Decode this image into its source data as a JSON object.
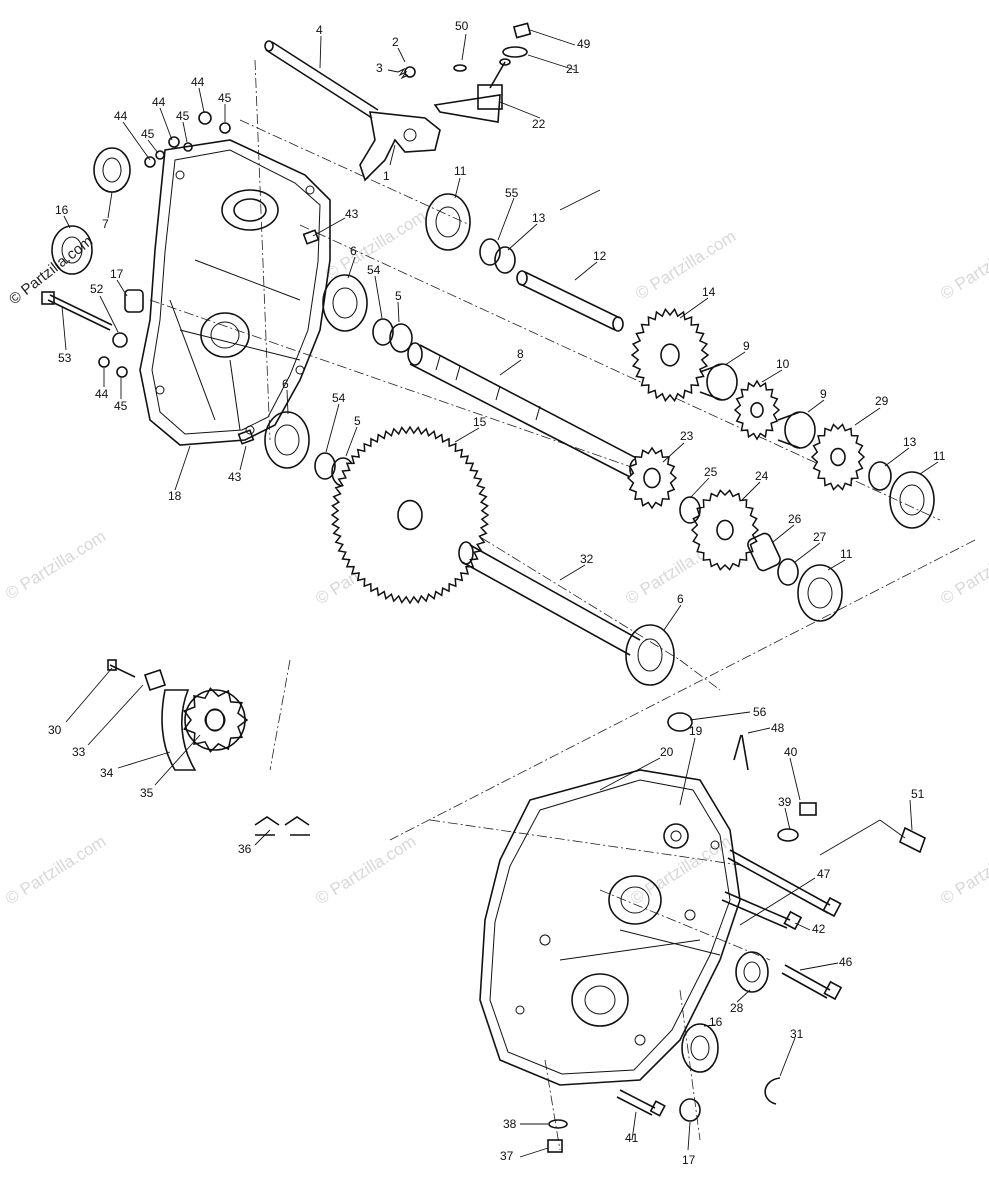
{
  "copyright": "© Partzilla.com",
  "watermark": "© Partzilla.com",
  "callouts": {
    "c1": "1",
    "c2": "2",
    "c3": "3",
    "c4": "4",
    "c5a": "5",
    "c5b": "5",
    "c6a": "6",
    "c6b": "6",
    "c6c": "6",
    "c7": "7",
    "c8": "8",
    "c9a": "9",
    "c9b": "9",
    "c10": "10",
    "c11a": "11",
    "c11b": "11",
    "c11c": "11",
    "c12": "12",
    "c13a": "13",
    "c13b": "13",
    "c14": "14",
    "c15": "15",
    "c16a": "16",
    "c16b": "16",
    "c17a": "17",
    "c17b": "17",
    "c18": "18",
    "c19": "19",
    "c20": "20",
    "c21": "21",
    "c22": "22",
    "c23": "23",
    "c24": "24",
    "c25": "25",
    "c26": "26",
    "c27": "27",
    "c28": "28",
    "c29": "29",
    "c30": "30",
    "c31": "31",
    "c32": "32",
    "c33": "33",
    "c34": "34",
    "c35": "35",
    "c36": "36",
    "c37": "37",
    "c38": "38",
    "c39": "39",
    "c40": "40",
    "c41": "41",
    "c42": "42",
    "c43a": "43",
    "c43b": "43",
    "c44a": "44",
    "c44b": "44",
    "c44c": "44",
    "c44d": "44",
    "c45a": "45",
    "c45b": "45",
    "c45c": "45",
    "c45d": "45",
    "c46": "46",
    "c47": "47",
    "c48": "48",
    "c49": "49",
    "c50": "50",
    "c51": "51",
    "c52": "52",
    "c53": "53",
    "c54a": "54",
    "c54b": "54",
    "c55": "55",
    "c56": "56"
  }
}
